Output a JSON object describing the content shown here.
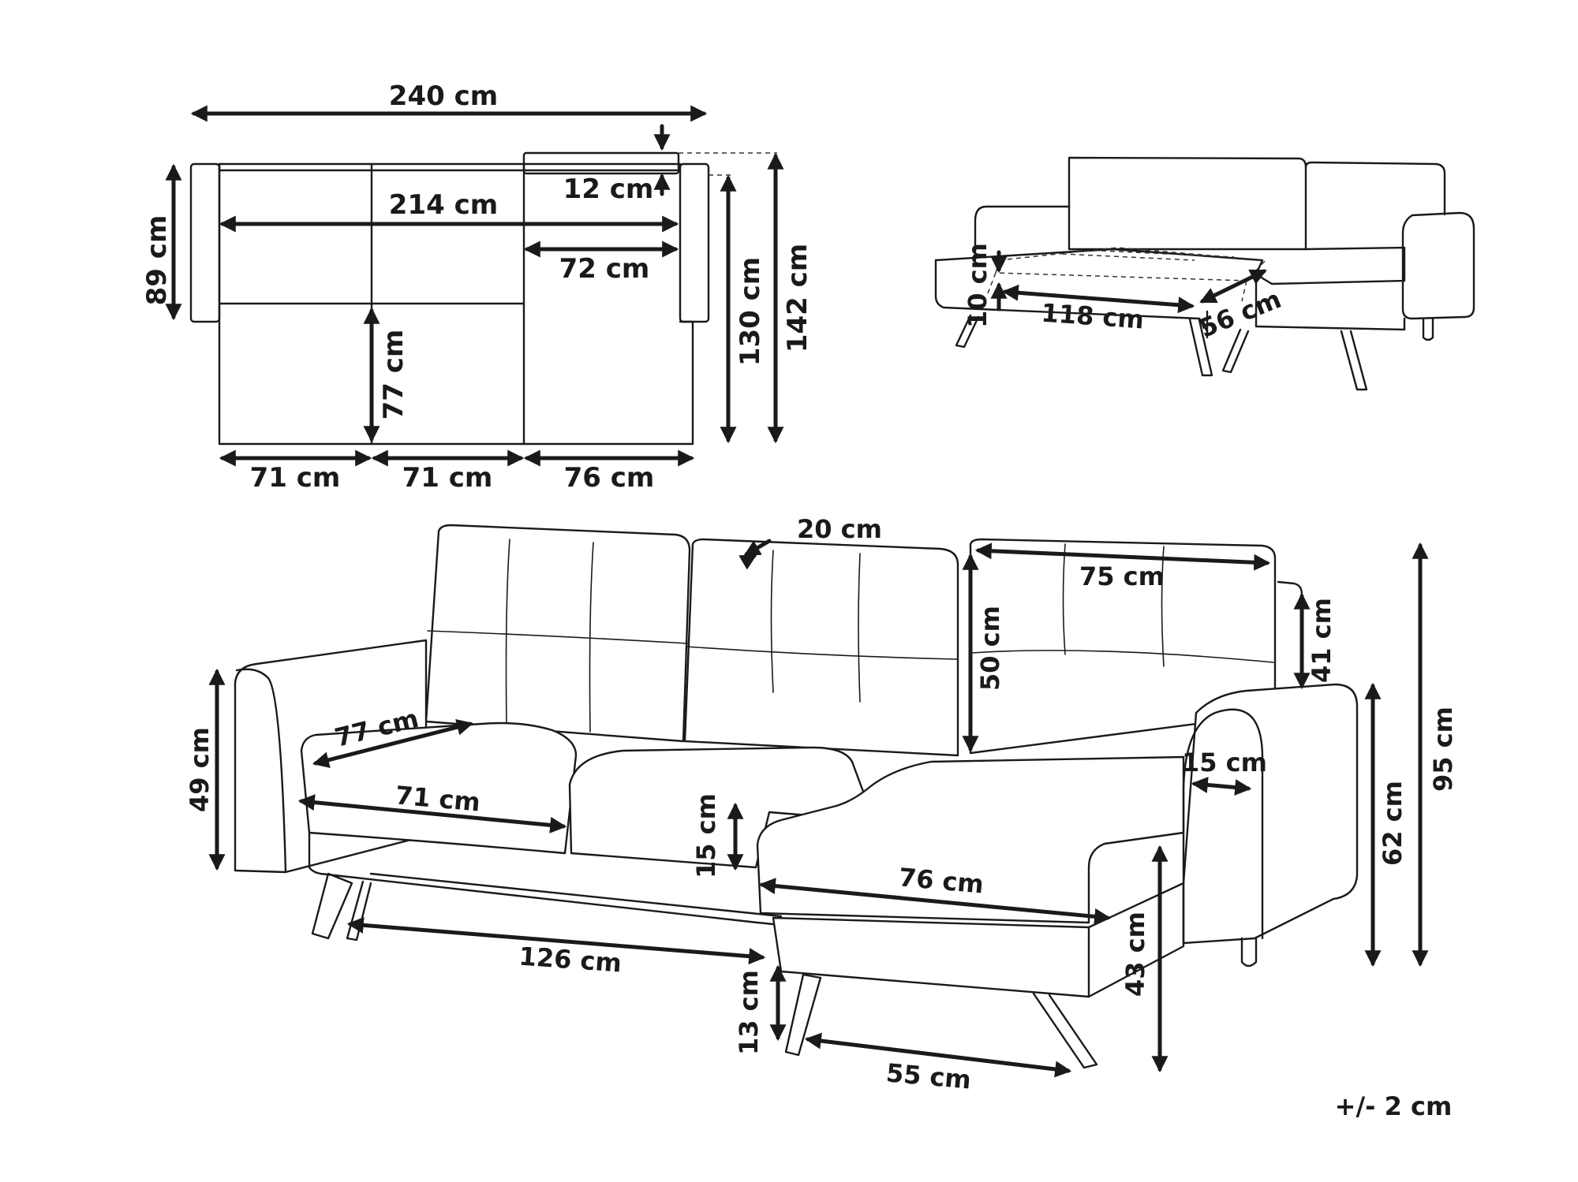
{
  "labels": {
    "w240": "240 cm",
    "w214": "214 cm",
    "d12": "12 cm",
    "w72": "72 cm",
    "h89": "89 cm",
    "d77a": "77 cm",
    "d130": "130 cm",
    "d142": "142 cm",
    "w71a": "71 cm",
    "w71b": "71 cm",
    "w76a": "76 cm",
    "h10": "10 cm",
    "w118": "118 cm",
    "d56": "56 cm",
    "t20": "20 cm",
    "w75": "75 cm",
    "h50": "50 cm",
    "h41": "41 cm",
    "d77b": "77 cm",
    "h49": "49 cm",
    "w71c": "71 cm",
    "h15a": "15 cm",
    "w15b": "15 cm",
    "w76b": "76 cm",
    "h62": "62 cm",
    "h95": "95 cm",
    "w126": "126 cm",
    "h43": "43 cm",
    "h13": "13 cm",
    "w55": "55 cm",
    "tolerance": "+/- 2 cm"
  }
}
